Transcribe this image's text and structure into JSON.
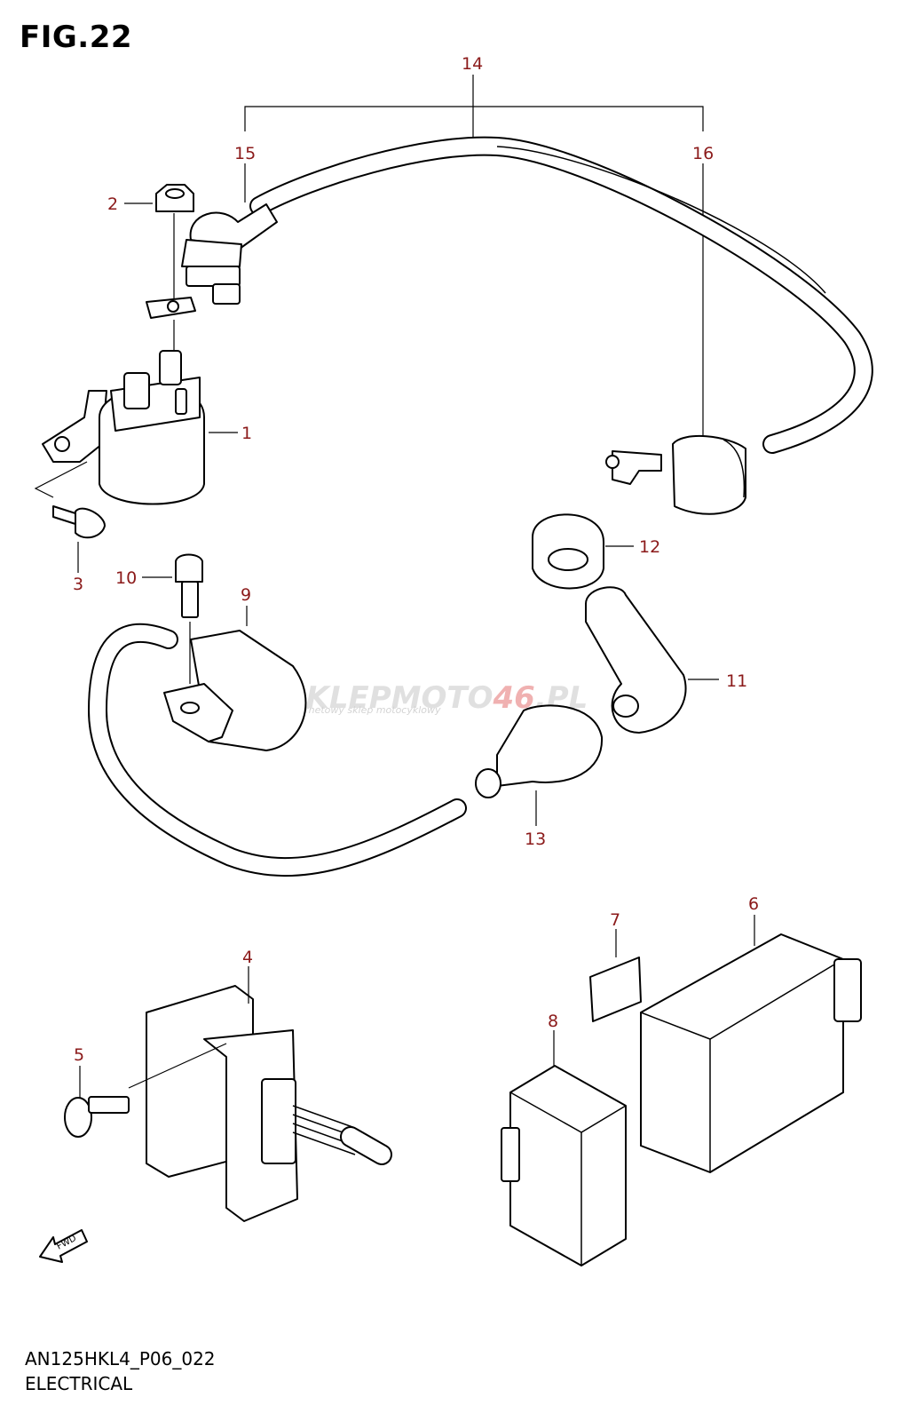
{
  "figure": {
    "title": "FIG.22",
    "code": "AN125HKL4_P06_022",
    "name": "ELECTRICAL"
  },
  "callouts": {
    "c1": "1",
    "c2": "2",
    "c3": "3",
    "c4": "4",
    "c5": "5",
    "c6": "6",
    "c7": "7",
    "c8": "8",
    "c9": "9",
    "c10": "10",
    "c11": "11",
    "c12": "12",
    "c13": "13",
    "c14": "14",
    "c15": "15",
    "c16": "16"
  },
  "fwd_label": "FWD",
  "watermark": {
    "brand_part1": "SKLEPMOTO",
    "brand_part2": "46",
    "brand_part3": ".PL",
    "tagline": "internetowy sklep motocyklowy"
  },
  "colors": {
    "callout": "#8b1a1a",
    "watermark_grey": "#c8c8c8",
    "watermark_red": "#e57373"
  }
}
